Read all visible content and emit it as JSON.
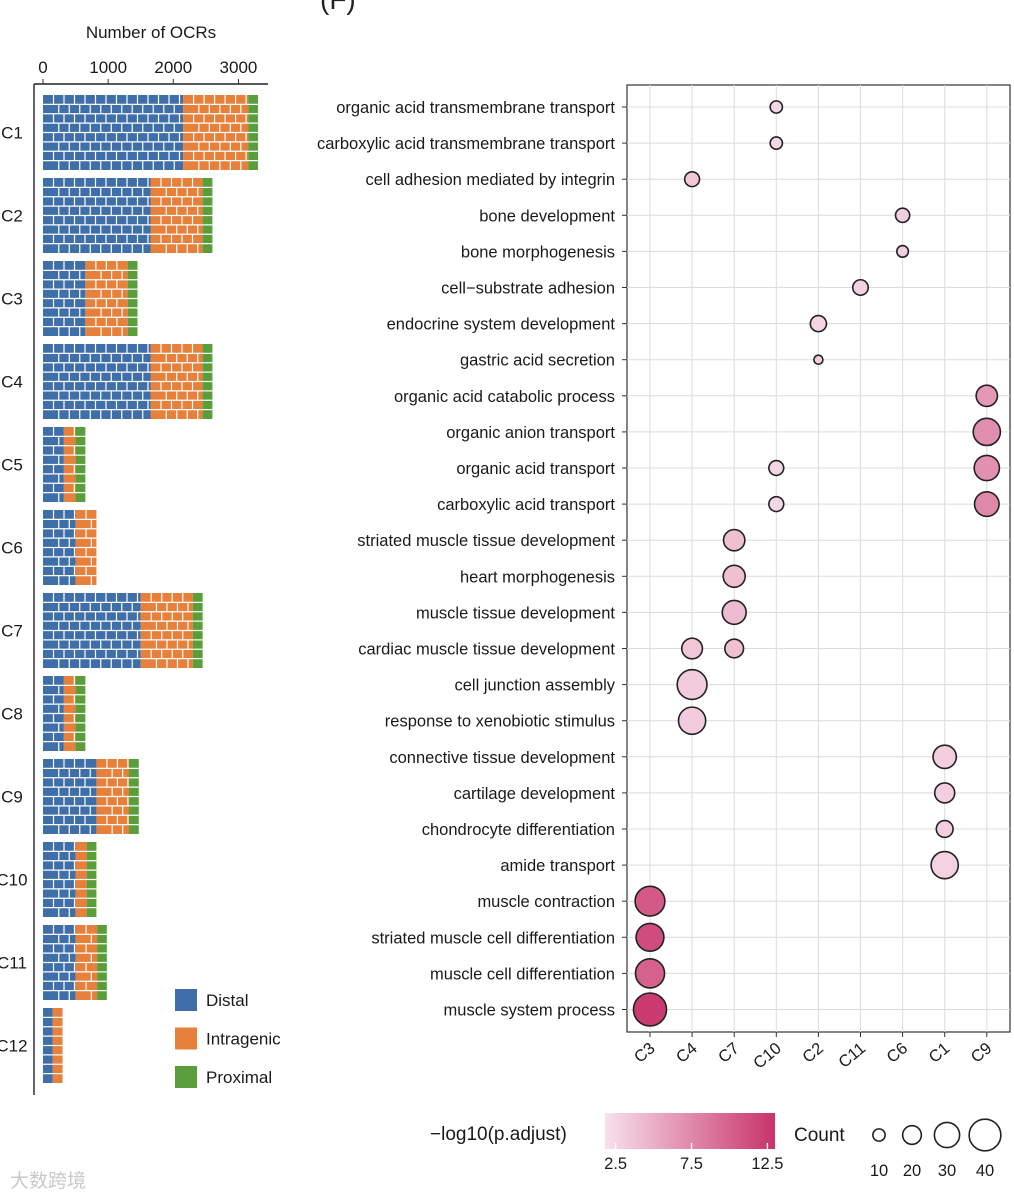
{
  "panel_tag": "(F)",
  "watermark": "大数跨境",
  "colors": {
    "distal": "#3f6fa8",
    "intragenic": "#e6803a",
    "proximal": "#5a9e3c",
    "grad_low": "#f8e1ec",
    "grad_high": "#c8336a"
  },
  "chart_data": [
    {
      "type": "bar",
      "subtype": "stacked-horizontal-waffle",
      "title": "Number of OCRs",
      "xlabel": "Number of OCRs",
      "x_ticks": [
        0,
        1000,
        2000,
        3000
      ],
      "xlim": [
        0,
        3300
      ],
      "categories": [
        "C1",
        "C2",
        "C3",
        "C4",
        "C5",
        "C6",
        "C7",
        "C8",
        "C9",
        "C10",
        "C11",
        "C12"
      ],
      "series": [
        {
          "name": "Distal",
          "color": "#3f6fa8",
          "values": [
            2150,
            1650,
            650,
            1650,
            320,
            500,
            1500,
            320,
            820,
            500,
            500,
            150
          ]
        },
        {
          "name": "Intragenic",
          "color": "#e6803a",
          "values": [
            1000,
            800,
            650,
            800,
            180,
            320,
            800,
            180,
            500,
            170,
            330,
            150
          ]
        },
        {
          "name": "Proximal",
          "color": "#5a9e3c",
          "values": [
            150,
            150,
            150,
            150,
            150,
            0,
            150,
            150,
            150,
            150,
            150,
            0
          ]
        }
      ],
      "legend": {
        "position": "bottom-right",
        "items": [
          "Distal",
          "Intragenic",
          "Proximal"
        ]
      }
    },
    {
      "type": "scatter",
      "subtype": "bubble-dotplot",
      "x_categories": [
        "C3",
        "C4",
        "C7",
        "C10",
        "C2",
        "C11",
        "C6",
        "C1",
        "C9"
      ],
      "y_terms": [
        "organic acid transmembrane transport",
        "carboxylic acid transmembrane transport",
        "cell adhesion mediated by integrin",
        "bone development",
        "bone morphogenesis",
        "cell−substrate adhesion",
        "endocrine system development",
        "gastric acid secretion",
        "organic acid catabolic process",
        "organic anion transport",
        "organic acid transport",
        "carboxylic acid transport",
        "striated muscle tissue development",
        "heart morphogenesis",
        "muscle tissue development",
        "cardiac muscle tissue development",
        "cell junction assembly",
        "response to xenobiotic stimulus",
        "connective tissue development",
        "cartilage development",
        "chondrocyte differentiation",
        "amide transport",
        "muscle contraction",
        "striated muscle cell differentiation",
        "muscle cell differentiation",
        "muscle system process"
      ],
      "points": [
        {
          "term": "organic acid transmembrane transport",
          "cluster": "C10",
          "count": 10,
          "neg_log10_padj": 2.5
        },
        {
          "term": "carboxylic acid transmembrane transport",
          "cluster": "C10",
          "count": 10,
          "neg_log10_padj": 2.5
        },
        {
          "term": "cell adhesion mediated by integrin",
          "cluster": "C4",
          "count": 14,
          "neg_log10_padj": 3.5
        },
        {
          "term": "bone development",
          "cluster": "C6",
          "count": 13,
          "neg_log10_padj": 3.0
        },
        {
          "term": "bone morphogenesis",
          "cluster": "C6",
          "count": 9,
          "neg_log10_padj": 3.0
        },
        {
          "term": "cell−substrate adhesion",
          "cluster": "C11",
          "count": 15,
          "neg_log10_padj": 2.8
        },
        {
          "term": "endocrine system development",
          "cluster": "C2",
          "count": 16,
          "neg_log10_padj": 2.6
        },
        {
          "term": "gastric acid secretion",
          "cluster": "C2",
          "count": 5,
          "neg_log10_padj": 3.0
        },
        {
          "term": "organic acid catabolic process",
          "cluster": "C9",
          "count": 24,
          "neg_log10_padj": 6.5
        },
        {
          "term": "organic anion transport",
          "cluster": "C9",
          "count": 33,
          "neg_log10_padj": 7.2
        },
        {
          "term": "organic acid transport",
          "cluster": "C10",
          "count": 14,
          "neg_log10_padj": 2.5
        },
        {
          "term": "organic acid transport",
          "cluster": "C9",
          "count": 30,
          "neg_log10_padj": 7.0
        },
        {
          "term": "carboxylic acid transport",
          "cluster": "C10",
          "count": 14,
          "neg_log10_padj": 2.5
        },
        {
          "term": "carboxylic acid transport",
          "cluster": "C9",
          "count": 29,
          "neg_log10_padj": 7.5
        },
        {
          "term": "striated muscle tissue development",
          "cluster": "C7",
          "count": 24,
          "neg_log10_padj": 4.0
        },
        {
          "term": "heart morphogenesis",
          "cluster": "C7",
          "count": 25,
          "neg_log10_padj": 4.0
        },
        {
          "term": "muscle tissue development",
          "cluster": "C7",
          "count": 28,
          "neg_log10_padj": 4.2
        },
        {
          "term": "cardiac muscle tissue development",
          "cluster": "C4",
          "count": 23,
          "neg_log10_padj": 3.5
        },
        {
          "term": "cardiac muscle tissue development",
          "cluster": "C7",
          "count": 20,
          "neg_log10_padj": 4.0
        },
        {
          "term": "cell junction assembly",
          "cluster": "C4",
          "count": 37,
          "neg_log10_padj": 3.2
        },
        {
          "term": "response to xenobiotic stimulus",
          "cluster": "C4",
          "count": 33,
          "neg_log10_padj": 3.2
        },
        {
          "term": "connective tissue development",
          "cluster": "C1",
          "count": 27,
          "neg_log10_padj": 3.0
        },
        {
          "term": "cartilage development",
          "cluster": "C1",
          "count": 22,
          "neg_log10_padj": 3.0
        },
        {
          "term": "chondrocyte differentiation",
          "cluster": "C1",
          "count": 17,
          "neg_log10_padj": 3.0
        },
        {
          "term": "amide transport",
          "cluster": "C1",
          "count": 33,
          "neg_log10_padj": 2.8
        },
        {
          "term": "muscle contraction",
          "cluster": "C3",
          "count": 37,
          "neg_log10_padj": 10.5
        },
        {
          "term": "striated muscle cell differentiation",
          "cluster": "C3",
          "count": 34,
          "neg_log10_padj": 11.3
        },
        {
          "term": "muscle cell differentiation",
          "cluster": "C3",
          "count": 36,
          "neg_log10_padj": 10.0
        },
        {
          "term": "muscle system process",
          "cluster": "C3",
          "count": 42,
          "neg_log10_padj": 12.5
        }
      ],
      "color_legend": {
        "title": "−log10(p.adjust)",
        "range": [
          1.8,
          13.0
        ],
        "ticks": [
          2.5,
          7.5,
          12.5
        ]
      },
      "size_legend": {
        "title": "Count",
        "values": [
          10,
          20,
          30,
          40
        ]
      },
      "grid": true
    }
  ]
}
